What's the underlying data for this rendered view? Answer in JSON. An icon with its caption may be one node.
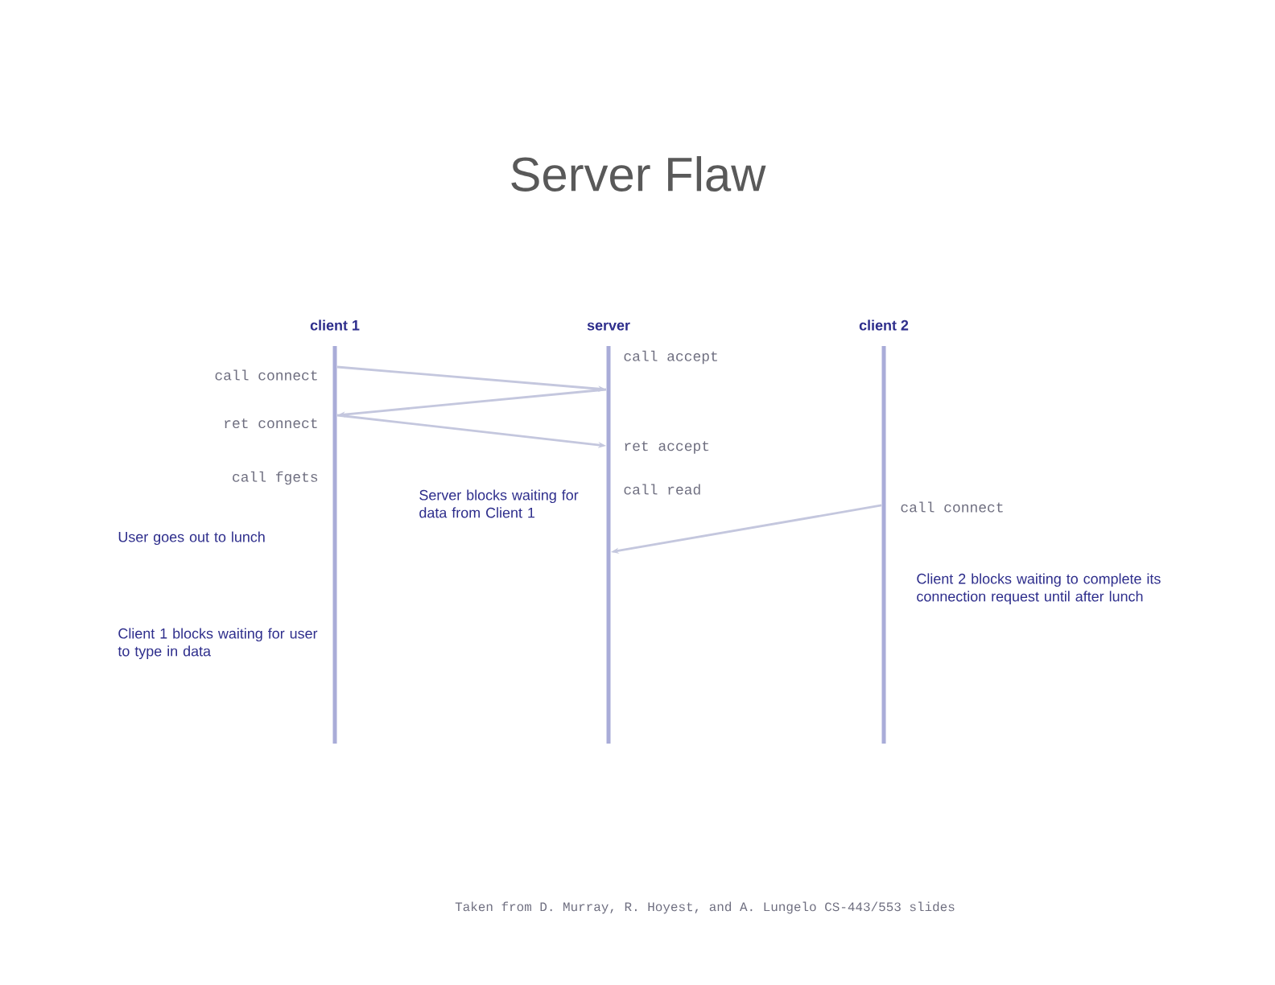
{
  "diagram": {
    "title": "Server Flaw",
    "caption": "Taken from D. Murray, R. Hoyest, and A. Lungelo CS-443/553 slides",
    "nodes": [
      {
        "text": [
          "client 1"
        ]
      },
      {
        "text": [
          "server"
        ]
      },
      {
        "text": [
          "client 2"
        ]
      }
    ],
    "edges": [
      {
        "from": 0,
        "to": 1,
        "arrow": "to"
      },
      {
        "from": 1,
        "to": 0,
        "arrow": "to"
      },
      {
        "from": 0,
        "to": 1,
        "arrow": "to"
      },
      {
        "from": 2,
        "to": 1,
        "arrow": "to"
      }
    ],
    "labels": [
      "call connect",
      "ret connect",
      "call fgets",
      "User goes out to lunch",
      "Client 1 blocks waiting for user to type in data",
      "call accept",
      "ret accept",
      "call read",
      "Server blocks waiting for data from Client 1",
      "call connect",
      "Client 2 blocks waiting to complete its connection request until after lunch"
    ]
  }
}
